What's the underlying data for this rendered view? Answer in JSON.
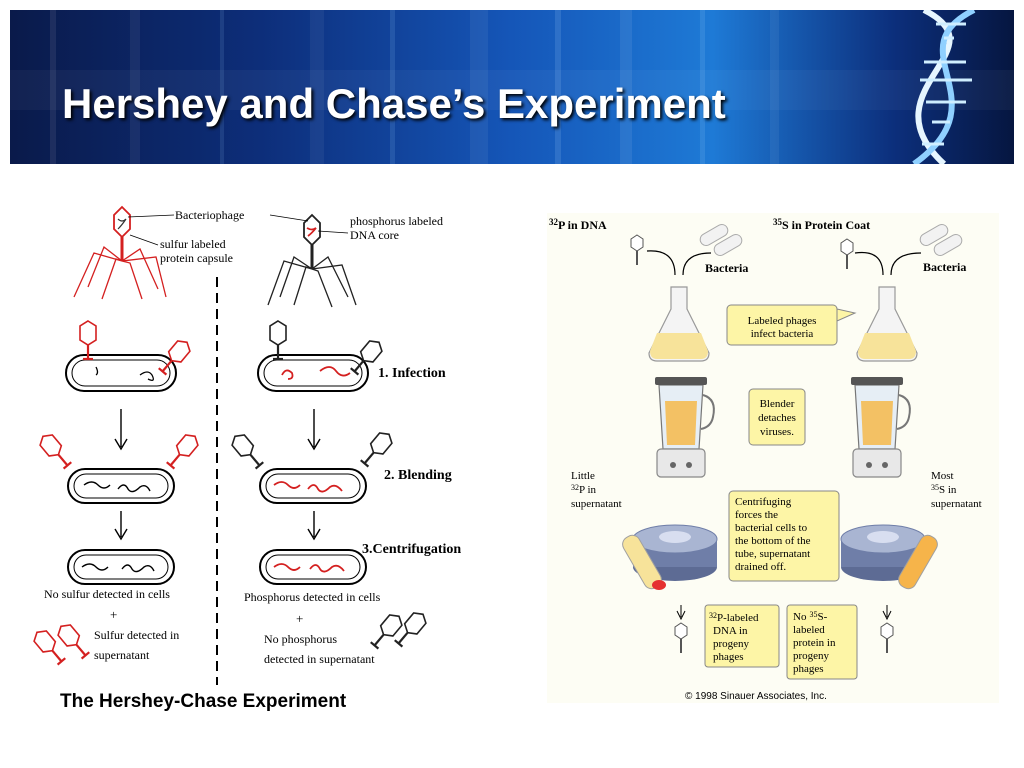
{
  "slide": {
    "title": "Hershey and Chase’s Experiment"
  },
  "left_figure": {
    "caption": "The Hershey-Chase Experiment",
    "labels": {
      "bacteriophage": "Bacteriophage",
      "sulfur_labeled_1": "sulfur labeled",
      "sulfur_labeled_2": "protein capsule",
      "phosphorus_labeled_1": "phosphorus labeled",
      "phosphorus_labeled_2": "DNA core"
    },
    "steps": [
      "1. Infection",
      "2. Blending",
      "3.Centrifugation"
    ],
    "sulfur_results": [
      "No sulfur detected in cells",
      "+",
      "Sulfur detected in",
      "supernatant"
    ],
    "phosphorus_results": [
      "Phosphorus detected in cells",
      "+",
      "No phosphorus",
      "detected in supernatant"
    ],
    "colors": {
      "labeled": "#d42020",
      "unlabeled": "#111111"
    }
  },
  "right_figure": {
    "left_label_sup": "32",
    "left_label_rest": "P in DNA",
    "right_label_sup": "35",
    "right_label_rest": "S in Protein Coat",
    "bacteria": "Bacteria",
    "callout_infect": [
      "Labeled phages",
      "infect bacteria"
    ],
    "callout_blend": [
      "Blender",
      "detaches",
      "viruses."
    ],
    "callout_centrifuge": [
      "Centrifuging",
      "forces the",
      "bacterial cells to",
      "the bottom of the",
      "tube, supernatant",
      "drained off."
    ],
    "little_32p": {
      "line1": "Little",
      "sup": "32",
      "line2_rest": "P in",
      "line3": "supernatant"
    },
    "most_35s": {
      "line1": "Most",
      "sup": "35",
      "line2_rest": "S in",
      "line3": "supernatant"
    },
    "result_32p": {
      "sup": "32",
      "line1_rest": "P-labeled",
      "lines": [
        "DNA in",
        "progeny",
        "phages"
      ]
    },
    "result_35s": {
      "line1_pre": "No",
      "sup": "35",
      "line1_rest": "S-",
      "lines": [
        "labeled",
        "protein in",
        "progeny",
        "phages"
      ]
    },
    "copyright": "© 1998 Sinauer Associates, Inc.",
    "colors": {
      "callout": "#fdf5a6",
      "liquid": "#f7e39a",
      "centrifuge": "#6f7ea8"
    }
  }
}
